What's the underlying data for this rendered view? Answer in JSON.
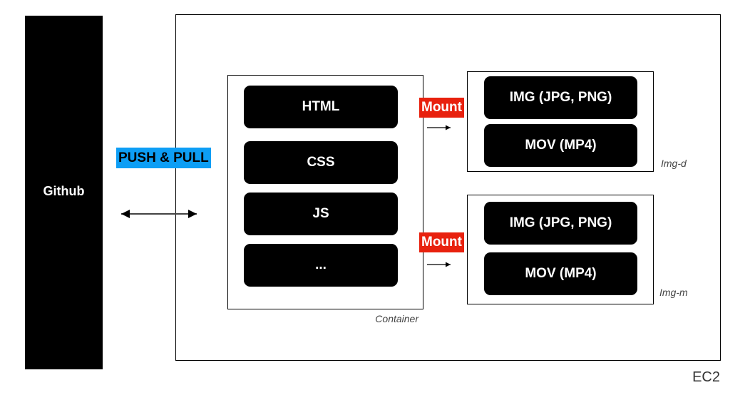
{
  "github": {
    "label": "Github"
  },
  "sync": {
    "label": "PUSH & PULL",
    "color": "#0d9ef5"
  },
  "ec2": {
    "label": "EC2"
  },
  "container": {
    "label": "Container",
    "items": [
      "HTML",
      "CSS",
      "JS",
      "..."
    ]
  },
  "mounts": [
    {
      "label": "Mount",
      "color": "#e8210e"
    },
    {
      "label": "Mount",
      "color": "#e8210e"
    }
  ],
  "volumes": [
    {
      "label": "Img-d",
      "items": [
        "IMG (JPG, PNG)",
        "MOV (MP4)"
      ]
    },
    {
      "label": "Img-m",
      "items": [
        "IMG (JPG, PNG)",
        "MOV (MP4)"
      ]
    }
  ]
}
